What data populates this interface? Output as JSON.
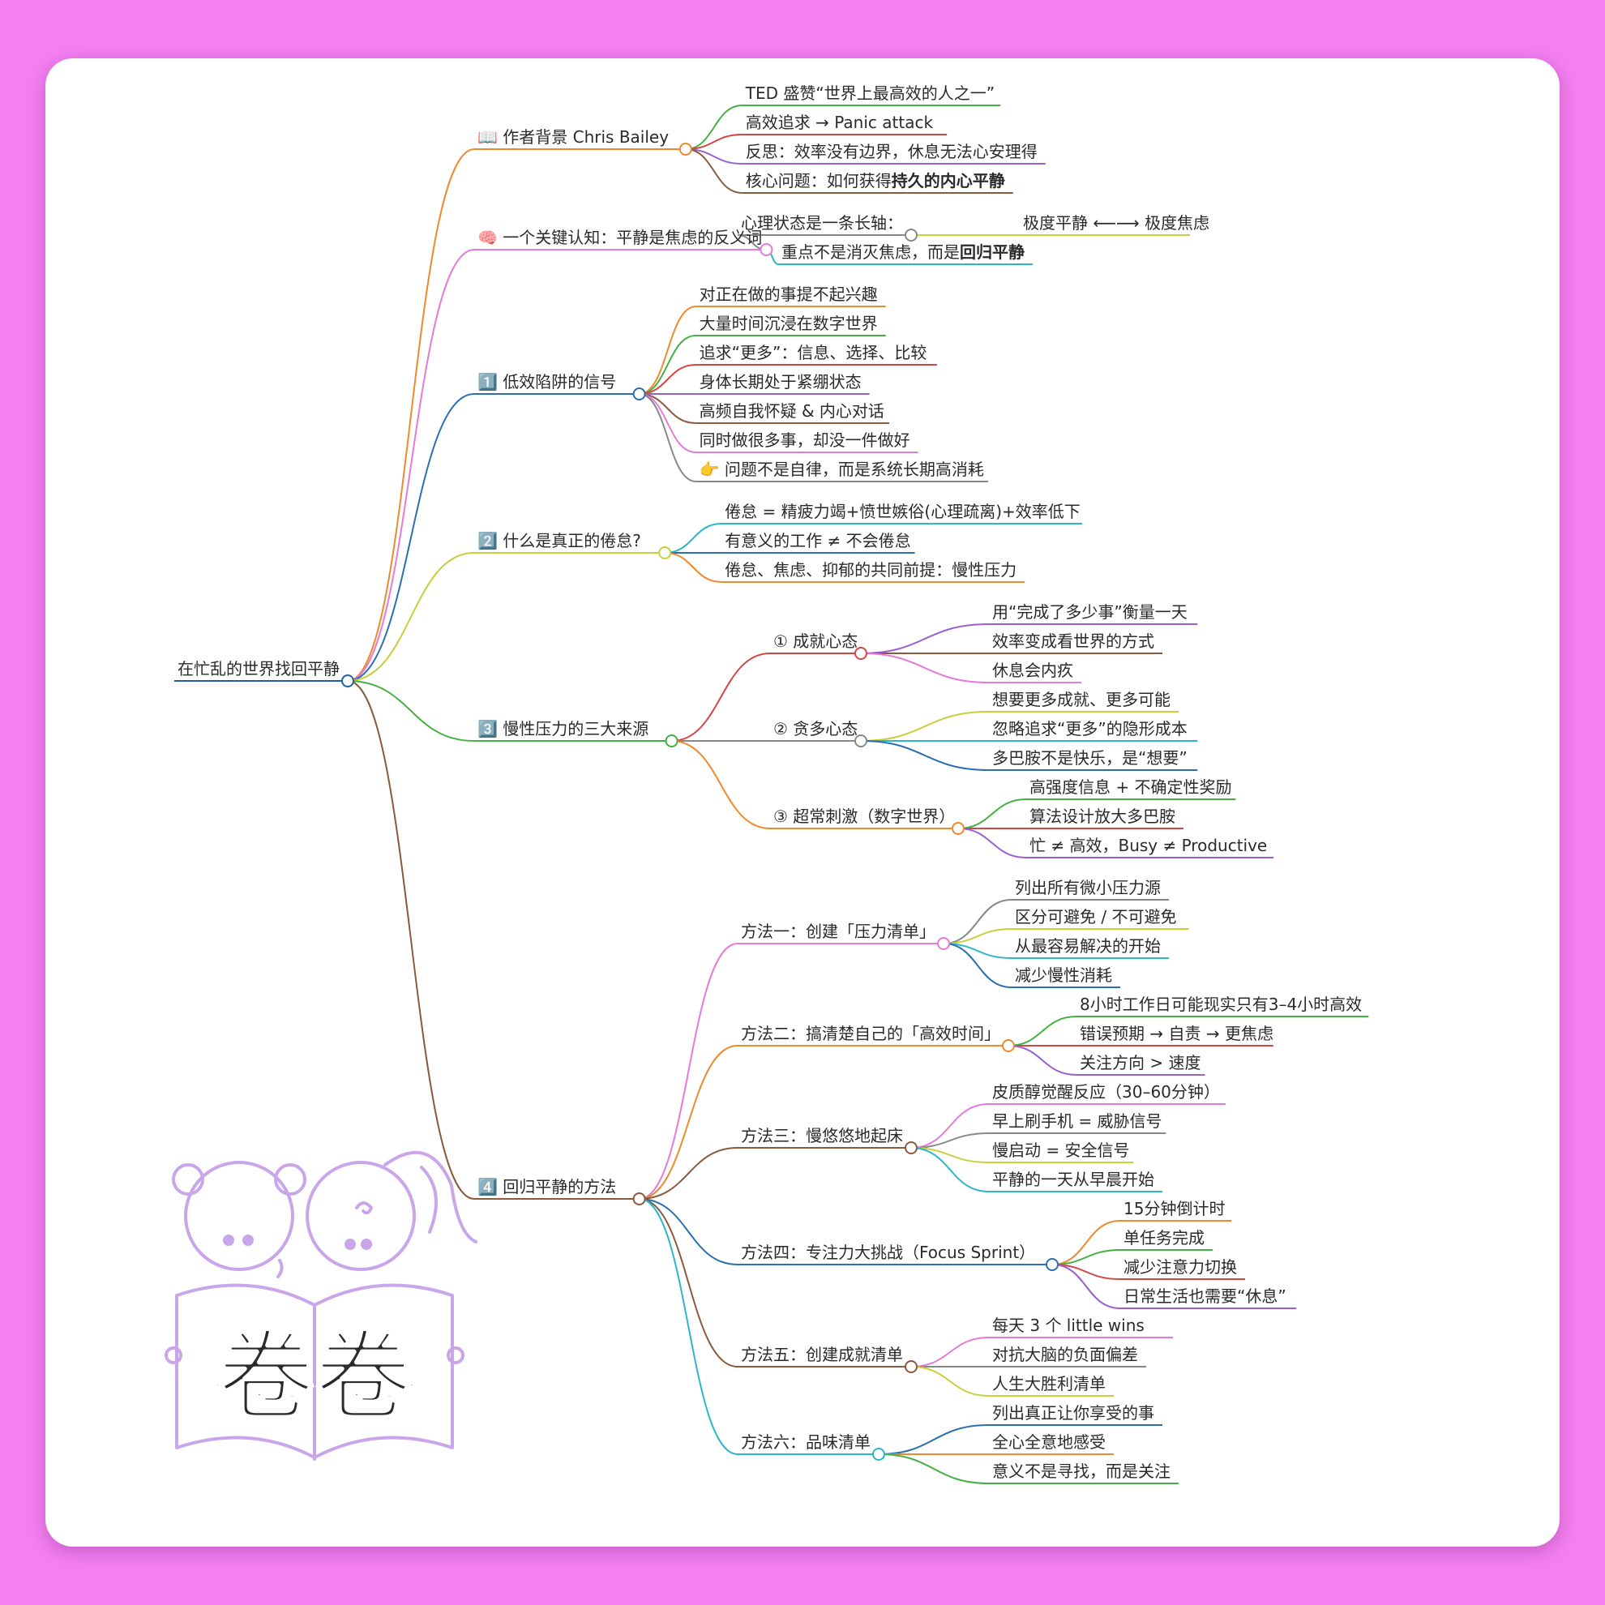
{
  "root": {
    "label": "在忙乱的世界找回平静",
    "color": "#1f5fa0"
  },
  "mascot": {
    "text": "卷卷",
    "color": "#c9a5ea"
  },
  "branches": [
    {
      "icon": "📖",
      "label": "作者背景 Chris Bailey",
      "color": "#ef8a2c",
      "children": [
        {
          "label": "TED 盛赞“世界上最高效的人之一”",
          "color": "#44b044"
        },
        {
          "label": "高效追求 → Panic attack",
          "color": "#d64545"
        },
        {
          "label": "反思：效率没有边界，休息无法心安理得",
          "color": "#9a5fd0"
        },
        {
          "pre": "核心问题：如何获得",
          "bold": "持久的内心平静",
          "color": "#8b5a3c"
        }
      ]
    },
    {
      "icon": "🧠",
      "label": "一个关键认知：平静是焦虑的反义词",
      "color": "#e47ad9",
      "children": [
        {
          "label": "心理状态是一条长轴：",
          "color": "#888888",
          "children": [
            {
              "label": "极度平静 ⟵⟶ 极度焦虑",
              "color": "#c7cf3a"
            }
          ]
        },
        {
          "pre": "重点不是消灭焦虑，而是",
          "bold": "回归平静",
          "color": "#2ab7cc"
        }
      ]
    },
    {
      "icon": "1️⃣",
      "label": "低效陷阱的信号",
      "color": "#2c6fb0",
      "children": [
        {
          "label": "对正在做的事提不起兴趣",
          "color": "#ef8a2c"
        },
        {
          "label": "大量时间沉浸在数字世界",
          "color": "#44b044"
        },
        {
          "label": "追求“更多”：信息、选择、比较",
          "color": "#d64545"
        },
        {
          "label": "身体长期处于紧绷状态",
          "color": "#9a5fd0"
        },
        {
          "label": "高频自我怀疑 & 内心对话",
          "color": "#8b5a3c"
        },
        {
          "label": "同时做很多事，却没一件做好",
          "color": "#e47ad9"
        },
        {
          "icon": "👉",
          "label": "问题不是自律，而是系统长期高消耗",
          "color": "#888888"
        }
      ]
    },
    {
      "icon": "2️⃣",
      "label": "什么是真正的倦怠?",
      "color": "#c7cf3a",
      "children": [
        {
          "label": "倦怠 = 精疲力竭+愤世嫉俗(心理疏离)+效率低下",
          "color": "#2ab7cc"
        },
        {
          "label": "有意义的工作 ≠ 不会倦怠",
          "color": "#2c6fb0"
        },
        {
          "label": "倦怠、焦虑、抑郁的共同前提：慢性压力",
          "color": "#ef8a2c"
        }
      ]
    },
    {
      "icon": "3️⃣",
      "label": "慢性压力的三大来源",
      "color": "#44b044",
      "children": [
        {
          "label": "① 成就心态",
          "color": "#d64545",
          "children": [
            {
              "label": "用“完成了多少事”衡量一天",
              "color": "#9a5fd0"
            },
            {
              "label": "效率变成看世界的方式",
              "color": "#8b5a3c"
            },
            {
              "label": "休息会内疚",
              "color": "#e47ad9"
            }
          ]
        },
        {
          "label": "② 贪多心态",
          "color": "#888888",
          "children": [
            {
              "label": "想要更多成就、更多可能",
              "color": "#c7cf3a"
            },
            {
              "label": "忽略追求“更多”的隐形成本",
              "color": "#2ab7cc"
            },
            {
              "label": "多巴胺不是快乐，是“想要”",
              "color": "#2c6fb0"
            }
          ]
        },
        {
          "label": "③ 超常刺激（数字世界）",
          "color": "#ef8a2c",
          "children": [
            {
              "label": "高强度信息 + 不确定性奖励",
              "color": "#44b044"
            },
            {
              "label": "算法设计放大多巴胺",
              "color": "#d64545"
            },
            {
              "label": "忙 ≠ 高效，Busy ≠ Productive",
              "color": "#9a5fd0"
            }
          ]
        }
      ]
    },
    {
      "icon": "4️⃣",
      "label": "回归平静的方法",
      "color": "#8b5a3c",
      "children": [
        {
          "label": "方法一：创建「压力清单」",
          "color": "#e47ad9",
          "children": [
            {
              "label": "列出所有微小压力源",
              "color": "#888888"
            },
            {
              "label": "区分可避免 / 不可避免",
              "color": "#c7cf3a"
            },
            {
              "label": "从最容易解决的开始",
              "color": "#2ab7cc"
            },
            {
              "label": "减少慢性消耗",
              "color": "#2c6fb0"
            }
          ]
        },
        {
          "label": "方法二：搞清楚自己的「高效时间」",
          "color": "#ef8a2c",
          "children": [
            {
              "label": "8小时工作日可能现实只有3–4小时高效",
              "color": "#44b044"
            },
            {
              "label": "错误预期 → 自责 → 更焦虑",
              "color": "#d64545"
            },
            {
              "label": "关注方向 > 速度",
              "color": "#9a5fd0"
            }
          ]
        },
        {
          "label": "方法三：慢悠悠地起床",
          "color": "#8b5a3c",
          "children": [
            {
              "label": "皮质醇觉醒反应（30–60分钟）",
              "color": "#e47ad9"
            },
            {
              "label": "早上刷手机 = 威胁信号",
              "color": "#888888"
            },
            {
              "label": "慢启动 = 安全信号",
              "color": "#c7cf3a"
            },
            {
              "label": "平静的一天从早晨开始",
              "color": "#2ab7cc"
            }
          ]
        },
        {
          "label": "方法四：专注力大挑战（Focus Sprint）",
          "color": "#2c6fb0",
          "children": [
            {
              "label": "15分钟倒计时",
              "color": "#ef8a2c"
            },
            {
              "label": "单任务完成",
              "color": "#44b044"
            },
            {
              "label": "减少注意力切换",
              "color": "#d64545"
            },
            {
              "label": "日常生活也需要“休息”",
              "color": "#9a5fd0"
            }
          ]
        },
        {
          "label": "方法五：创建成就清单",
          "color": "#8b5a3c",
          "children": [
            {
              "label": "每天 3 个 little wins",
              "color": "#e47ad9"
            },
            {
              "label": "对抗大脑的负面偏差",
              "color": "#888888"
            },
            {
              "label": "人生大胜利清单",
              "color": "#c7cf3a"
            }
          ]
        },
        {
          "label": "方法六：品味清单",
          "color": "#2ab7cc",
          "children": [
            {
              "label": "列出真正让你享受的事",
              "color": "#2c6fb0"
            },
            {
              "label": "全心全意地感受",
              "color": "#ef8a2c"
            },
            {
              "label": "意义不是寻找，而是关注",
              "color": "#44b044"
            }
          ]
        }
      ]
    }
  ]
}
